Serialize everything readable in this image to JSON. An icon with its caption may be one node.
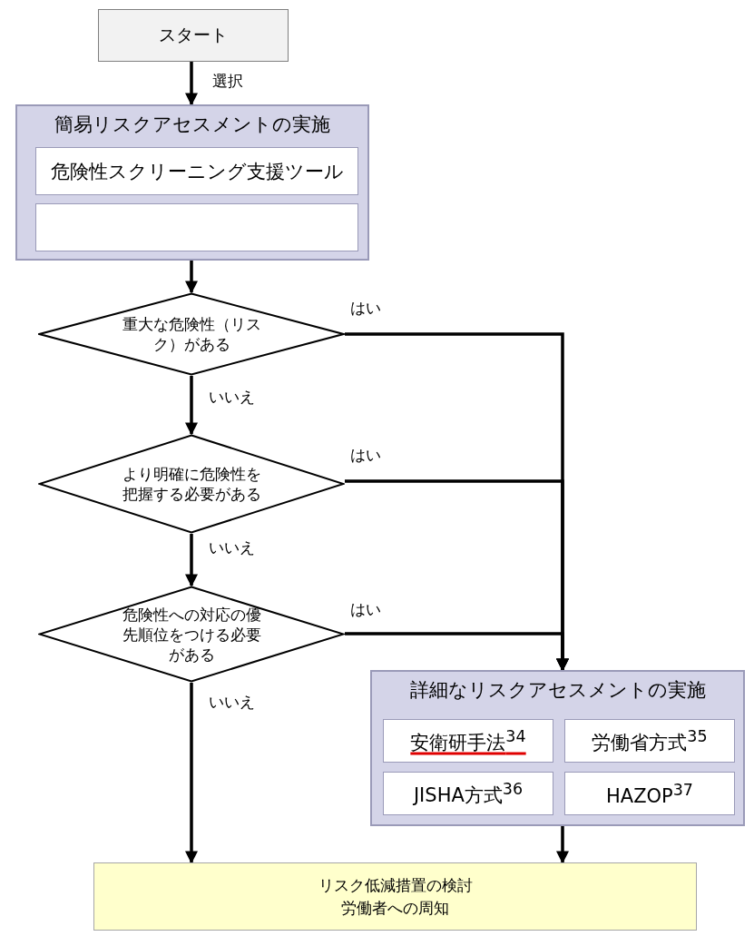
{
  "diagram": {
    "nodes": [
      {
        "text": [
          "スタート"
        ]
      },
      {
        "text": [
          "簡易リスクアセスメントの実施"
        ]
      },
      {
        "text": [
          "危険性スクリーニング支援ツール"
        ],
        "in": 1
      },
      {
        "text": [],
        "shape": "box",
        "in": 1
      },
      {
        "text": [
          "重大な危険性（リスク）がある"
        ]
      },
      {
        "text": [
          "より明確に危険性を把握する必要がある"
        ]
      },
      {
        "text": [
          "危険性への対応の優先順位をつける必要がある"
        ]
      },
      {
        "text": [
          "詳細なリスクアセスメントの実施"
        ]
      },
      {
        "text": [
          "安衛研手法$^{34}$"
        ],
        "in": 7
      },
      {
        "text": [
          "労働省方式$^{35}$"
        ],
        "in": 7
      },
      {
        "text": [
          "JISHA方式$^{36}$"
        ],
        "in": 7
      },
      {
        "text": [
          "HAZOP$^{37}$"
        ],
        "in": 7
      },
      {
        "text": [
          "リスク低減措置の検討",
          "労働者への周知"
        ]
      }
    ],
    "edges": [
      {
        "from": 0,
        "to": 1,
        "arrow": "to",
        "label": "選択"
      },
      {
        "from": 1,
        "to": 4,
        "arrow": "to"
      },
      {
        "from": 4,
        "to": 5,
        "arrow": "to",
        "label": "いいえ"
      },
      {
        "from": 5,
        "to": 6,
        "arrow": "to",
        "label": "いいえ"
      },
      {
        "from": 6,
        "to": 12,
        "arrow": "to",
        "label": "いいえ"
      },
      {
        "from": 4,
        "to": 7,
        "arrow": "to",
        "label": "はい"
      },
      {
        "from": 5,
        "to": 7,
        "arrow": "to",
        "label": "はい"
      },
      {
        "from": 6,
        "to": 7,
        "arrow": "to",
        "label": "はい"
      },
      {
        "from": 7,
        "to": 12,
        "arrow": "to"
      }
    ]
  }
}
